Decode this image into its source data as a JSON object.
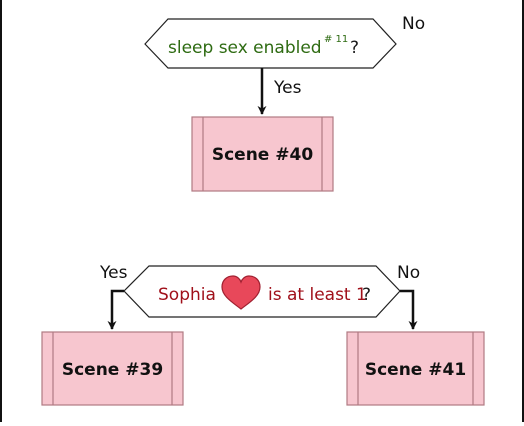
{
  "flowchart": {
    "decision_top": {
      "condition": "sleep sex enabled",
      "ref": "# 11",
      "suffix": "?",
      "no_label": "No",
      "yes_label": "Yes"
    },
    "scene_top": {
      "label": "Scene #40"
    },
    "decision_bottom": {
      "subject": "Sophia",
      "icon": "heart-icon",
      "condition": "is at least 1",
      "suffix": "?",
      "yes_label": "Yes",
      "no_label": "No"
    },
    "scene_left": {
      "label": "Scene #39"
    },
    "scene_right": {
      "label": "Scene #41"
    }
  },
  "colors": {
    "scene_fill": "#f7c6cf",
    "scene_border": "#b07a83",
    "condition_green": "#2e6b12",
    "condition_red": "#a0101a",
    "heart": "#e8485a",
    "frame": "#111111"
  }
}
